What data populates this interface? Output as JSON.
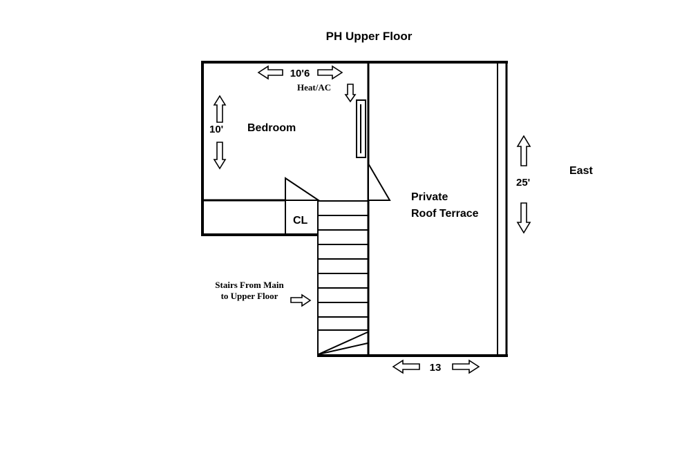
{
  "title": "PH Upper Floor",
  "rooms": {
    "bedroom": "Bedroom",
    "closet": "CL",
    "terrace_line1": "Private",
    "terrace_line2": "Roof Terrace"
  },
  "annotations": {
    "east": "East",
    "heat_ac": "Heat/AC",
    "stairs_line1": "Stairs From Main",
    "stairs_line2": "to Upper Floor"
  },
  "dimensions": {
    "bedroom_width": "10'6",
    "bedroom_depth": "10'",
    "terrace_depth": "25'",
    "terrace_width": "13"
  },
  "colors": {
    "wall": "#000000",
    "background": "#ffffff"
  }
}
